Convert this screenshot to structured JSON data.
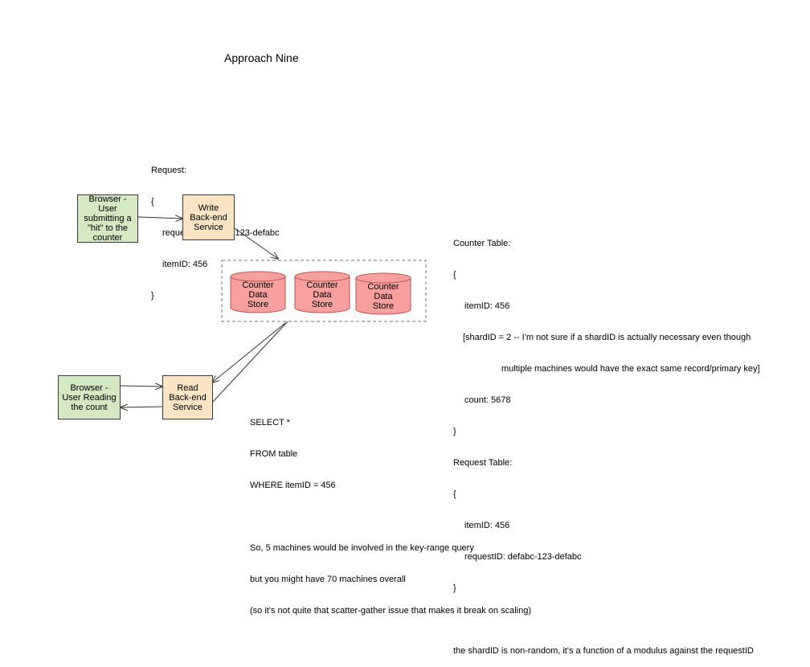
{
  "title": "Approach Nine",
  "request_note": {
    "heading": "Request:",
    "open": "{",
    "line1": "requestID: defabc-123-defabc",
    "line2": "itemID: 456",
    "close": "}"
  },
  "boxes": {
    "browser_write": "Browser -\nUser\nsubmitting a\n\"hit\" to the\ncounter",
    "write_service": "Write\nBack-end\nService",
    "browser_read": "Browser -\nUser Reading\nthe count",
    "read_service": "Read\nBack-end\nService"
  },
  "stores": [
    {
      "label": "Counter\nData\nStore"
    },
    {
      "label": "Counter\nData\nStore"
    },
    {
      "label": "Counter\nData\nStore"
    }
  ],
  "tables_note": {
    "counter_heading": "Counter Table:",
    "open1": "{",
    "c_item": "itemID: 456",
    "c_shard1": "[shardID = 2 -- I'm not sure if a shardID is actually necessary even though",
    "c_shard2": "multiple machines would have the exact same record/primary key]",
    "c_count": "count: 5678",
    "close1": "}",
    "request_heading": "Request Table:",
    "open2": "{",
    "r_item": "itemID: 456",
    "r_req": "requestID: defabc-123-defabc",
    "close2": "}",
    "shard_note": "the shardID is non-random, it's a function of a modulus against the requestID"
  },
  "query_note": {
    "l1": "SELECT *",
    "l2": "FROM table",
    "l3": "WHERE itemID = 456",
    "l4": "So, 5 machines would be involved in the key-range query",
    "l5": "but you might have 70 machines overall",
    "l6": "(so it's not quite that scatter-gather issue that makes it break on scaling)"
  },
  "colors": {
    "green_box": "#d5e8c4",
    "tan_box": "#fae4c4",
    "store_fill": "#f8a0a0",
    "store_stroke": "#b85450"
  }
}
